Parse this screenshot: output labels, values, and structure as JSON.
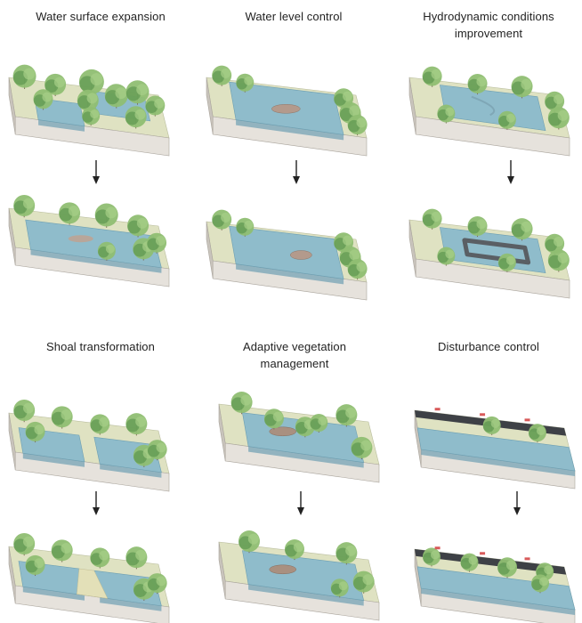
{
  "panels": [
    {
      "title": "Water surface expansion",
      "variant": "expansion"
    },
    {
      "title": "Water level control",
      "variant": "level"
    },
    {
      "title": "Hydrodynamic conditions\nimprovement",
      "variant": "hydro"
    },
    {
      "title": "Shoal transformation",
      "variant": "shoal"
    },
    {
      "title": "Adaptive vegetation\nmanagement",
      "variant": "vegetation"
    },
    {
      "title": "Disturbance control",
      "variant": "disturbance"
    }
  ],
  "colors": {
    "water": "#8fbccb",
    "water_dark": "#6d9fb2",
    "ground": "#dfe2c2",
    "ground_dark": "#c9ceaa",
    "soil_front": "#e6e2dc",
    "soil_side": "#c9c4bc",
    "tree_light": "#8fbe72",
    "tree_dark": "#4f8a45",
    "road": "#3e4146",
    "arrow": "#222222"
  },
  "arrow_icon": "arrow-down-icon"
}
